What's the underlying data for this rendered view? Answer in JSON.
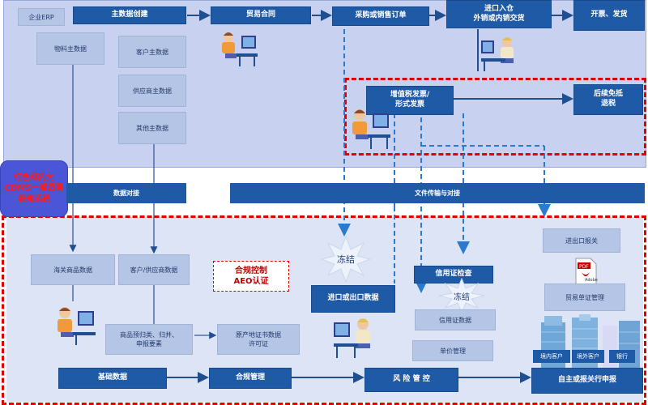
{
  "top_flow": {
    "erp": "企业ERP",
    "master_create": "主数据创建",
    "trade_contract": "贸易合同",
    "purchase_order": "采购或销售订单",
    "warehouse_line1": "进口入仓",
    "warehouse_line2": "外销或内销交货",
    "invoice_ship": "开票、发货",
    "material_master": "物料主数据",
    "customer_master": "客户主数据",
    "supplier_master": "供应商主数据",
    "other_master": "其他主数据",
    "vat_line1": "增值税发票/",
    "vat_line2": "形式发票",
    "rebate_line1": "后续免抵",
    "rebate_line2": "退税"
  },
  "callout": {
    "line1": "红色框内为",
    "line2": "CDMS一般贸易",
    "line3": "管理系统"
  },
  "bands": {
    "data_match": "数据对接",
    "file_transfer": "文件传输与对接"
  },
  "bottom_flow": {
    "customs_goods": "海关商品数据",
    "customer_supplier": "客户/供应商数据",
    "compliance_line1": "合规控制",
    "compliance_line2": "AEO认证",
    "freeze1": "冻结",
    "freeze2": "冻结",
    "import_export_data": "进口或出口数据",
    "lc_check": "信用证检查",
    "lc_data": "信用证数据",
    "unit_price": "单价管理",
    "import_export_declare": "进出口报关",
    "pdf_label": "Adobe",
    "trade_docs": "贸易单证管理",
    "classification_line1": "商品预归类、归并、",
    "classification_line2": "申报要素",
    "origin_line1": "原产地证书数据",
    "origin_line2": "许可证",
    "base_data": "基础数据",
    "compliance_mgmt": "合规管理",
    "risk_control": "风 险 管 控",
    "self_declare": "自主或报关行申报",
    "domestic_customer": "境内客户",
    "foreign_customer": "境外客户",
    "bank": "银行"
  },
  "colors": {
    "dark_box": "#1f5aa6",
    "light_box": "#b4c5e6",
    "red_dash": "#e00000",
    "callout_bg": "#4b55d8"
  }
}
